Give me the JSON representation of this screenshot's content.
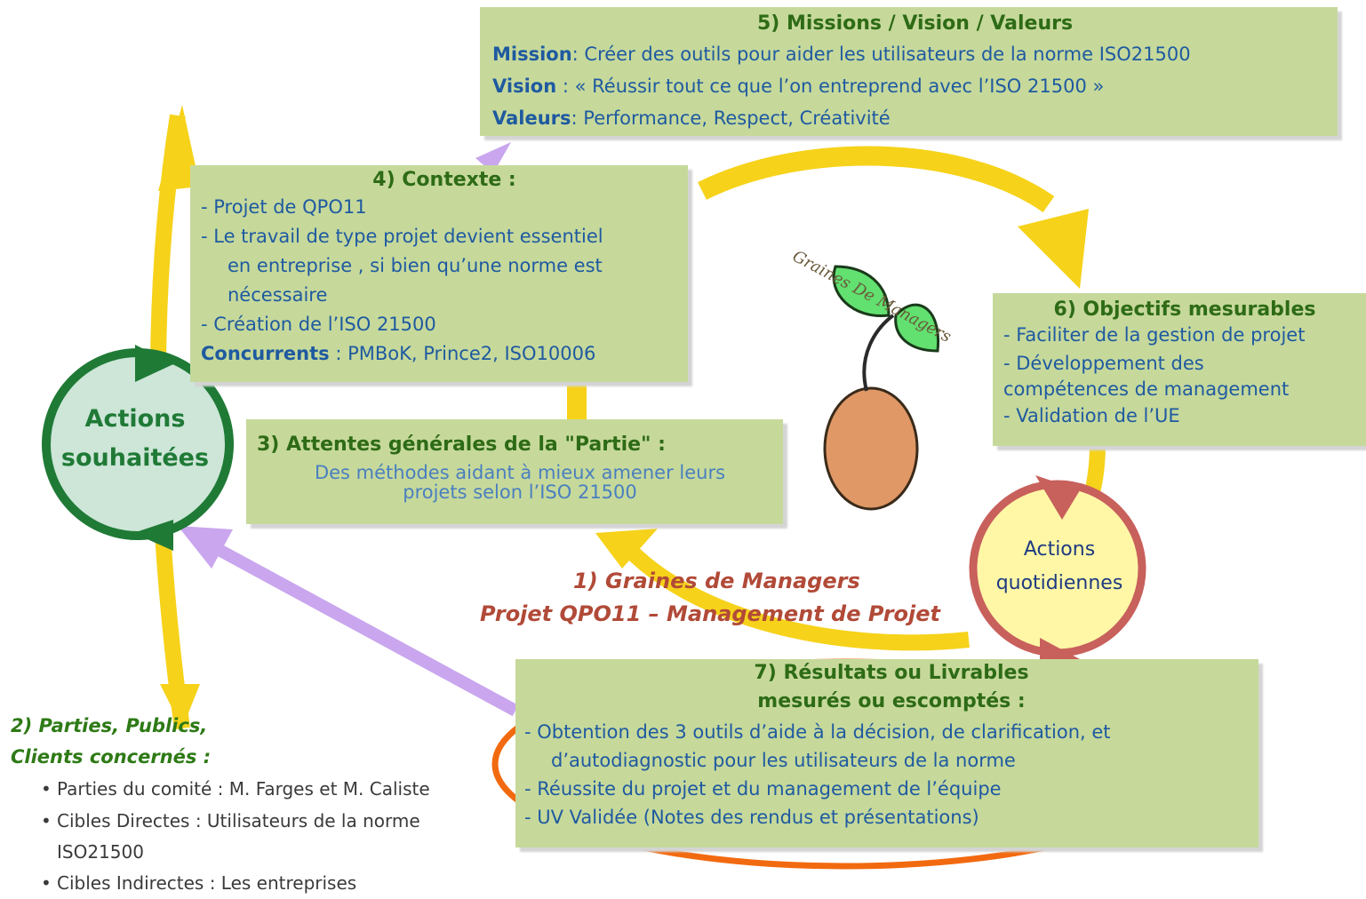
{
  "box5": {
    "title": "5) Missions / Vision / Valeurs",
    "mission_label": "Mission",
    "mission_text": ": Créer des outils pour aider les utilisateurs de la norme ISO21500",
    "vision_label": "Vision",
    "vision_text": " : « Réussir tout ce que l’on entreprend avec l’ISO 21500 »",
    "valeurs_label": "Valeurs",
    "valeurs_text": ": Performance, Respect, Créativité"
  },
  "box4": {
    "title": "4) Contexte :",
    "lines": [
      "- Projet de QPO11",
      "- Le travail de type projet devient essentiel",
      "en entreprise , si bien qu’une norme est",
      "nécessaire",
      "- Création de l’ISO 21500"
    ],
    "concurrents_label": "Concurrents",
    "concurrents_text": " : PMBoK, Prince2, ISO10006"
  },
  "box3": {
    "title": "3) Attentes générales de la \"Partie\" :",
    "lines": [
      "Des méthodes aidant à mieux amener leurs",
      "projets selon l’ISO 21500"
    ]
  },
  "box6": {
    "title": "6) Objectifs mesurables",
    "lines": [
      "- Faciliter de la gestion de projet",
      "- Développement des",
      "compétences de management",
      "- Validation de l’UE"
    ]
  },
  "box7": {
    "title_line1": "7) Résultats ou Livrables",
    "title_line2": "mesurés ou escomptés :",
    "lines": [
      "- Obtention des 3 outils d’aide à la décision, de clarification, et",
      "d’autodiagnostic pour les utilisateurs de la norme",
      "- Réussite du projet et du management de l’équipe",
      "- UV Validée (Notes des rendus et présentations)"
    ]
  },
  "center": {
    "title_line1": "1) Graines de Managers",
    "title_line2": "Projet QPO11 – Management de Projet"
  },
  "actions_souhaitees": [
    "Actions",
    "souhaitées"
  ],
  "actions_quotidiennes": [
    "Actions",
    "quotidiennes"
  ],
  "parties": {
    "title_line1": "2) Parties, Publics,",
    "title_line2": "Clients concernés :",
    "items": [
      "Parties du comité : M. Farges et M. Caliste",
      "Cibles Directes : Utilisateurs de la norme",
      "ISO21500",
      "Cibles Indirectes : Les entreprises"
    ]
  },
  "logo": {
    "text": "Graines De Managers"
  },
  "colors": {
    "box_fill": "#c6d99b",
    "cycle_arrow": "#f6d21a",
    "purple_arrow": "#c9a6ee",
    "green_ring": "#1f7a36",
    "red_ring": "#c8605c",
    "highlight_ellipse": "#f26a10"
  }
}
